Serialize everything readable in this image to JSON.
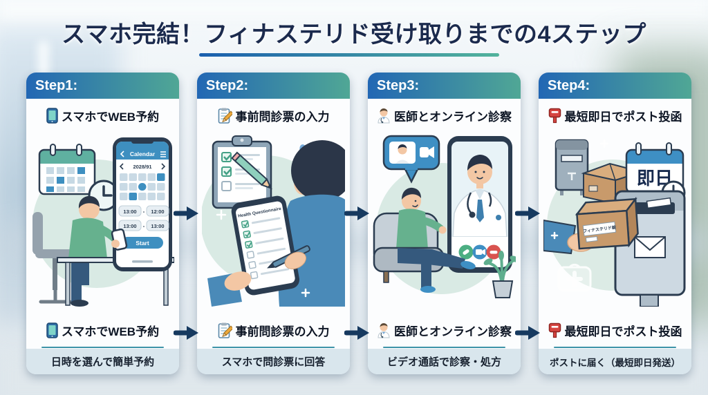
{
  "title": "スマホ完結！フィナステリド受け取りまでの4ステップ",
  "steps": [
    {
      "label": "Step1:",
      "icon": "smartphone-icon",
      "heading": "スマホでWEB予約",
      "footer": "日時を選んで簡単予約"
    },
    {
      "label": "Step2:",
      "icon": "memo-pencil-icon",
      "heading": "事前問診票の入力",
      "footer": "スマホで問診票に回答"
    },
    {
      "label": "Step3:",
      "icon": "doctor-icon",
      "heading": "医師とオンライン診察",
      "footer": "ビデオ通話で診察・処方"
    },
    {
      "label": "Step4:",
      "icon": "postbox-icon",
      "heading": "最短即日でポスト投函",
      "footer": "ポストに届く（最短即日発送）"
    }
  ],
  "illustrations": {
    "step1": {
      "phone_app_title": "Calendar",
      "month_nav": "2028/91",
      "slot1_start": "13:00",
      "slot1_sep": "-",
      "slot1_end": "12:00",
      "slot2_start": "13:00",
      "slot2_sep": "-",
      "slot2_end": "13:00",
      "start_button": "Start"
    },
    "step2": {
      "form_title": "Health Questionnaire"
    },
    "step4": {
      "calendar_label": "即日",
      "package_label": "フィナステリド錠"
    }
  },
  "colors": {
    "title_text": "#1b2a4d",
    "header_gradient_start": "#2267b4",
    "header_gradient_end": "#50a795",
    "underline_start": "#1a5fae",
    "underline_end": "#52b39c",
    "arrow": "#16395f",
    "footer_bg": "#d9e6ed",
    "illustration_circle": "#d9eae4"
  }
}
